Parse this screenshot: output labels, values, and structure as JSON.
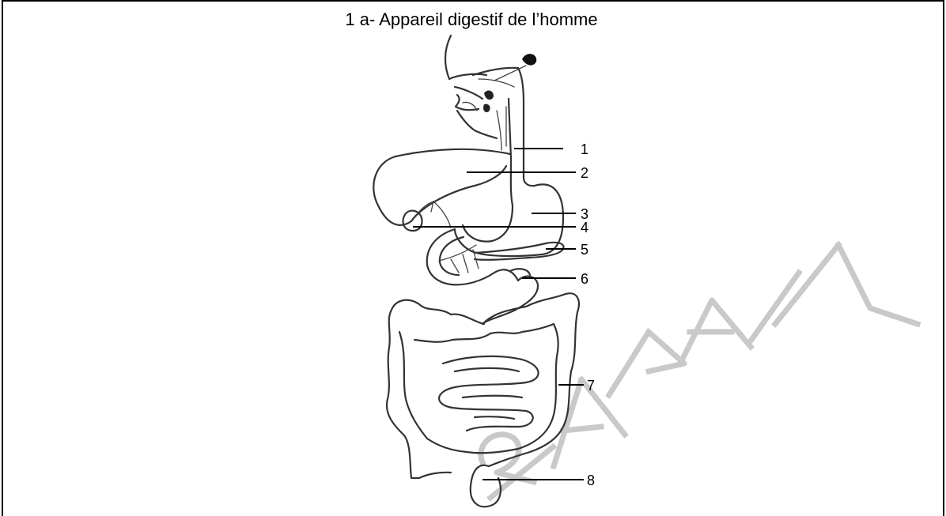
{
  "title": "1 a- Appareil digestif de l’homme",
  "labels": [
    "1",
    "2",
    "3",
    "4",
    "5",
    "6",
    "7",
    "8"
  ],
  "watermark": "RAVAIL"
}
